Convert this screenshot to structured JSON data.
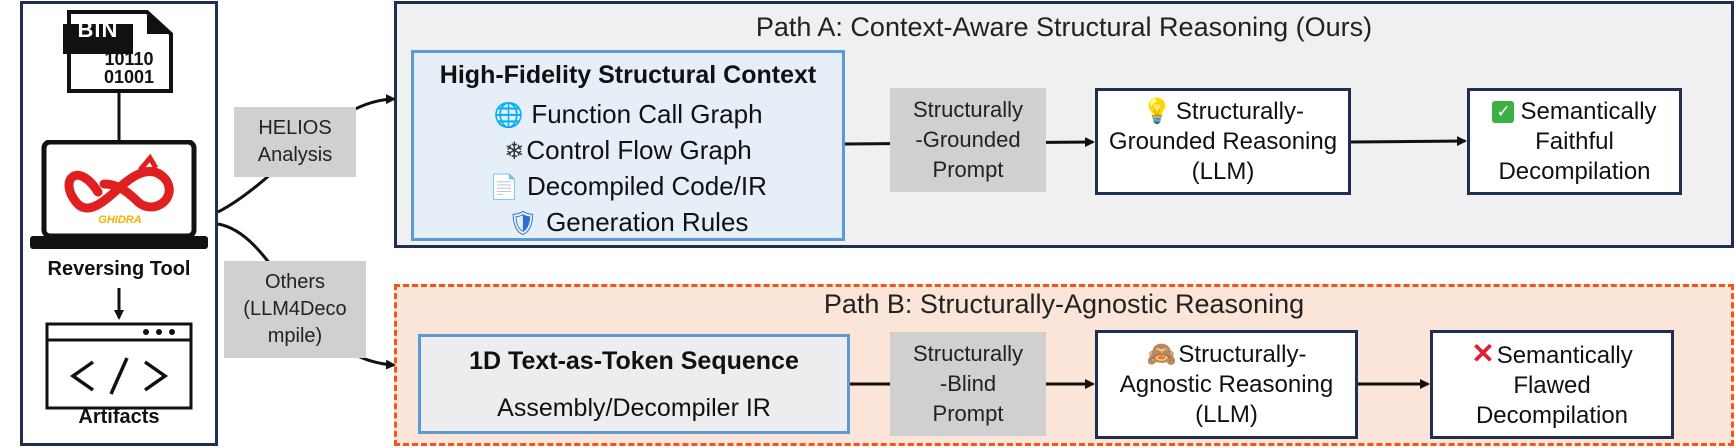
{
  "left_panel": {
    "bin_badge": "BIN",
    "bin_line1": "10110",
    "bin_line2": "01001",
    "ghidra_text": "GHIDRA",
    "tool_label": "Reversing Tool",
    "artifacts_label": "Artifacts"
  },
  "edge_labels": {
    "helios_line1": "HELIOS",
    "helios_line2": "Analysis",
    "others_line1": "Others",
    "others_line2": "(LLM4Deco",
    "others_line3": "mpile)"
  },
  "path_a": {
    "title": "Path A: Context-Aware Structural Reasoning (Ours)",
    "context_title": "High-Fidelity Structural Context",
    "items": [
      {
        "icon": "globe-icon",
        "glyph": "🌐",
        "text": "Function Call Graph"
      },
      {
        "icon": "snowflake-icon",
        "glyph": "❄",
        "text": "Control Flow Graph"
      },
      {
        "icon": "document-icon",
        "glyph": "📄",
        "text": "Decompiled Code/IR"
      },
      {
        "icon": "shield-icon",
        "glyph": "🛡",
        "text": "Generation Rules"
      }
    ],
    "prompt_line1": "Structurally",
    "prompt_line2": "-Grounded",
    "prompt_line3": "Prompt",
    "reasoning_icon": "lightbulb-icon",
    "reasoning_line1": "Structurally-",
    "reasoning_line2": "Grounded Reasoning",
    "reasoning_line3": "(LLM)",
    "result_icon": "check-icon",
    "result_line1": "Semantically",
    "result_line2": "Faithful",
    "result_line3": "Decompilation"
  },
  "path_b": {
    "title": "Path B: Structurally-Agnostic Reasoning",
    "seq_title": "1D Text-as-Token Sequence",
    "seq_sub": "Assembly/Decompiler IR",
    "prompt_line1": "Structurally",
    "prompt_line2": "-Blind",
    "prompt_line3": "Prompt",
    "reasoning_icon": "see-no-evil-monkey-icon",
    "reasoning_line1": "Structurally-",
    "reasoning_line2": "Agnostic Reasoning",
    "reasoning_line3": "(LLM)",
    "result_icon": "cross-icon",
    "result_line1": "Semantically",
    "result_line2": "Flawed",
    "result_line3": "Decompilation"
  },
  "colors": {
    "border_dark": "#1f2f4f",
    "accent_blue": "#5b9bd5",
    "dashed_orange": "#f0561d",
    "path_b_fill": "#fbe5d8",
    "path_a_fill": "#f0f0f0"
  }
}
